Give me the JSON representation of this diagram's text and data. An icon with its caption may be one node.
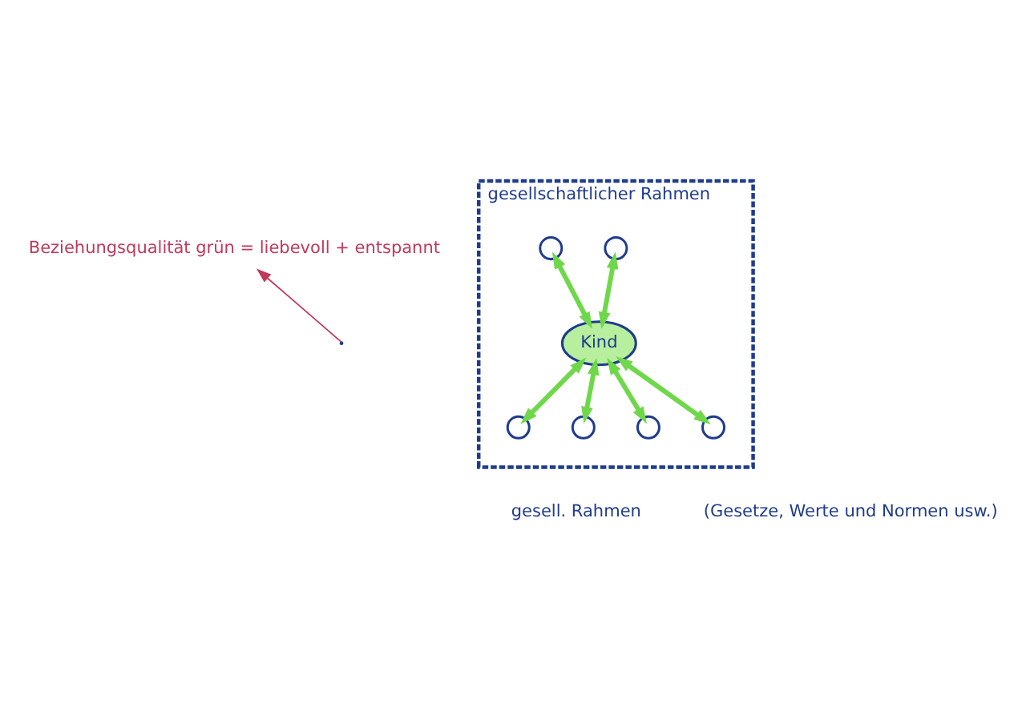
{
  "diagram": {
    "nodes": [
      {
        "text": [
          "gesellschaftlicher Rahmen"
        ],
        "beside": [
          "gesell. Rahmen",
          "(Gesetze, Werte und Normen usw.)"
        ]
      },
      {
        "text": [
          "Kind"
        ],
        "in": 0
      },
      {
        "text": [],
        "shape": "circle",
        "in": 0
      },
      {
        "text": [],
        "shape": "circle",
        "in": 0
      },
      {
        "text": [],
        "shape": "circle",
        "in": 0
      },
      {
        "text": [],
        "shape": "circle",
        "in": 0
      },
      {
        "text": [],
        "shape": "circle",
        "in": 0
      },
      {
        "text": [],
        "shape": "circle",
        "in": 0
      },
      {
        "text": [
          "Beziehungsqualität grün = liebevoll + entspannt"
        ]
      }
    ],
    "edges": [
      {
        "from": 3,
        "to": 1,
        "arrow": "both"
      },
      {
        "from": 6,
        "to": 1,
        "arrow": "both"
      },
      {
        "from": 1,
        "to": 7,
        "arrow": "both"
      },
      {
        "from": 1,
        "to": 2,
        "arrow": "both"
      },
      {
        "from": 1,
        "to": 4,
        "arrow": "both"
      },
      {
        "from": 1,
        "to": 5,
        "arrow": "both"
      },
      {
        "from": null,
        "to": 8,
        "arrow": "to",
        "color": "#c0395a"
      }
    ]
  }
}
